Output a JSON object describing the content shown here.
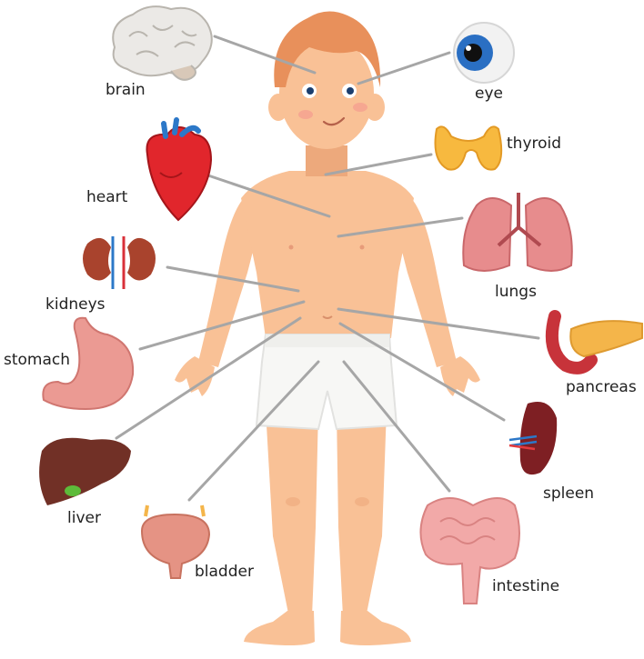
{
  "labels": {
    "brain": "brain",
    "eye": "eye",
    "thyroid": "thyroid",
    "heart": "heart",
    "lungs": "lungs",
    "kidneys": "kidneys",
    "stomach": "stomach",
    "pancreas": "pancreas",
    "liver": "liver",
    "spleen": "spleen",
    "bladder": "bladder",
    "intestine": "intestine"
  },
  "colors": {
    "skin": "#f9c196",
    "skin_shade": "#eda97c",
    "hair": "#e8905b",
    "shorts": "#f7f7f5",
    "pointer_line": "#a6a6a6",
    "heart": "#e1262c",
    "vessel_blue": "#2c78c8",
    "lungs": "#e78c8d",
    "kidney": "#a9432d",
    "stomach": "#eb9a93",
    "liver": "#713026",
    "spleen": "#7e1f23",
    "intestine": "#f2a9a8",
    "bladder": "#e59384",
    "thyroid": "#f7b93f",
    "pancreas": "#f4b54a",
    "eye_iris": "#2a6fc3",
    "brain": "#ebe9e6"
  }
}
